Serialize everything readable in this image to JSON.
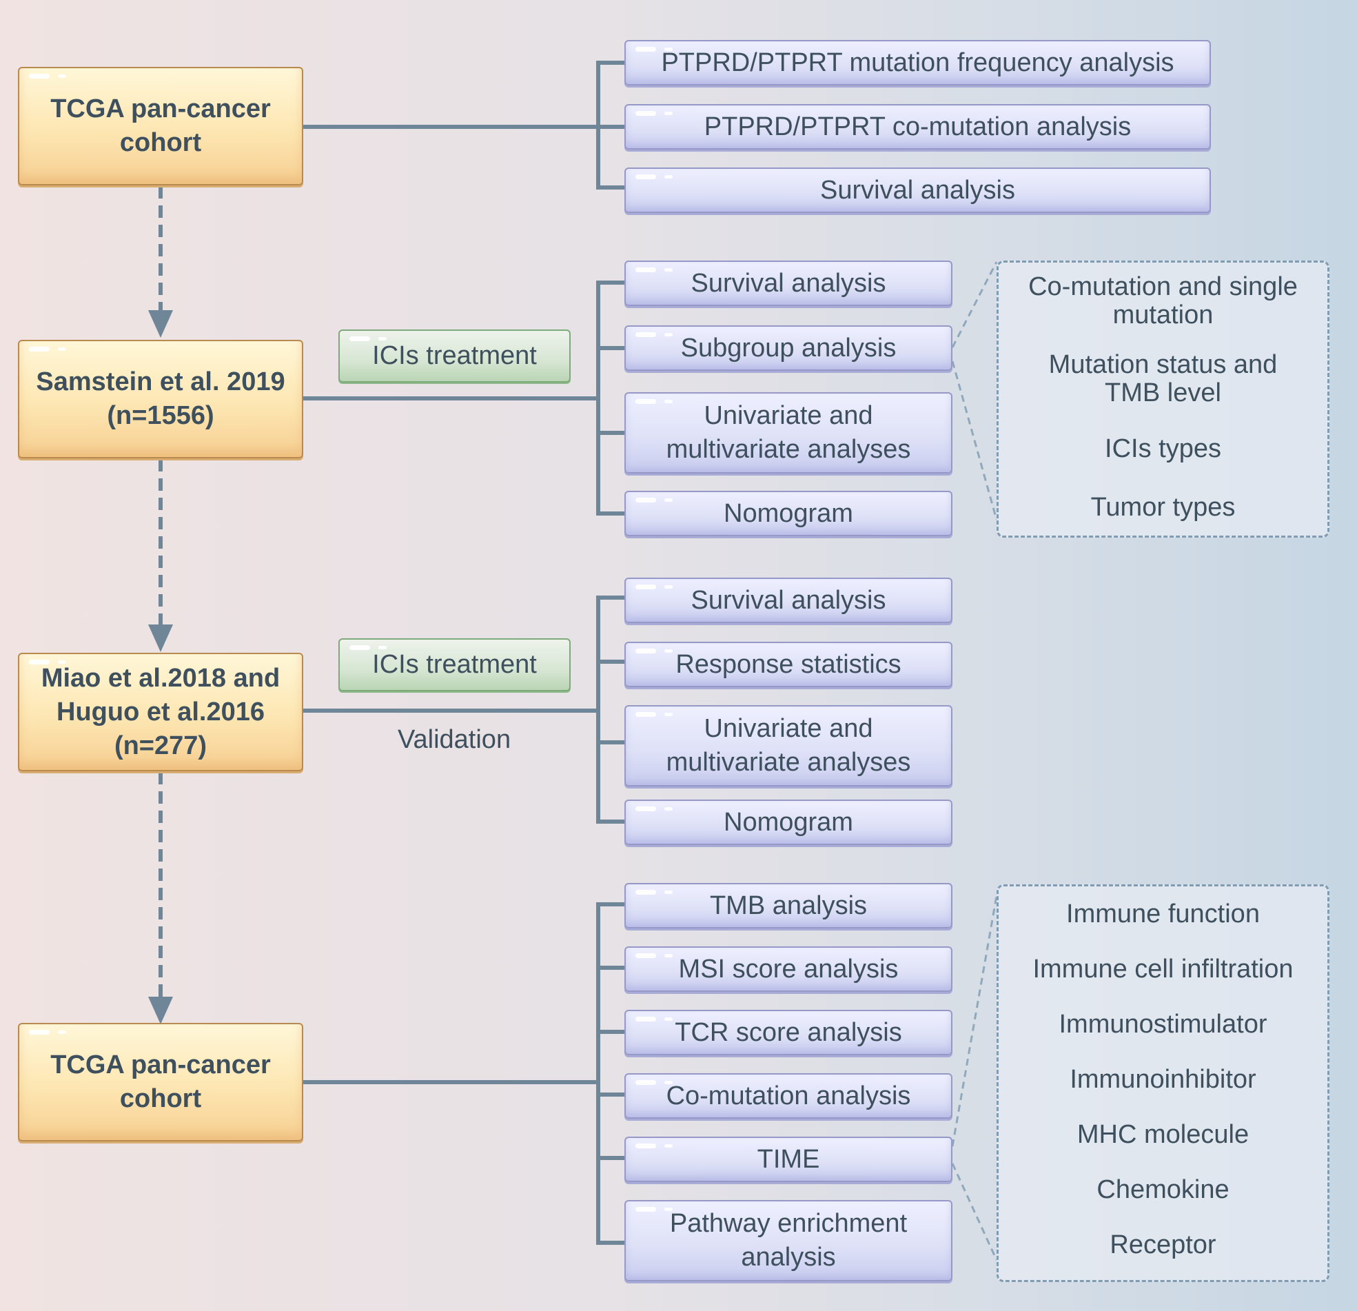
{
  "cohorts": {
    "c1": "TCGA pan-cancer cohort",
    "c2": "Samstein et al. 2019 (n=1556)",
    "c3": "Miao et al.2018 and Huguo et al.2016 (n=277)",
    "c4": "TCGA pan-cancer cohort"
  },
  "labels": {
    "ici_1": "ICIs treatment",
    "ici_2": "ICIs treatment",
    "validation": "Validation"
  },
  "group1": [
    "PTPRD/PTPRT mutation frequency analysis",
    "PTPRD/PTPRT co-mutation analysis",
    "Survival analysis"
  ],
  "group2": [
    "Survival analysis",
    "Subgroup analysis",
    "Univariate and multivariate analyses",
    "Nomogram"
  ],
  "group3": [
    "Survival analysis",
    "Response statistics",
    "Univariate and multivariate analyses",
    "Nomogram"
  ],
  "group4": [
    "TMB analysis",
    "MSI score analysis",
    "TCR score analysis",
    "Co-mutation analysis",
    "TIME",
    "Pathway enrichment analysis"
  ],
  "subgroup_details": [
    "Co-mutation and single mutation",
    "Mutation status and TMB level",
    "ICIs types",
    "Tumor types"
  ],
  "time_details": [
    "Immune function",
    "Immune cell infiltration",
    "Immunostimulator",
    "Immunoinhibitor",
    "MHC molecule",
    "Chemokine",
    "Receptor"
  ],
  "colors": {
    "connector": "#6f8598",
    "cohort_fill": "#fde6b2",
    "analysis_fill": "#dfe2f7",
    "ici_fill": "#d7e6d3",
    "text": "#3e4f5d"
  }
}
